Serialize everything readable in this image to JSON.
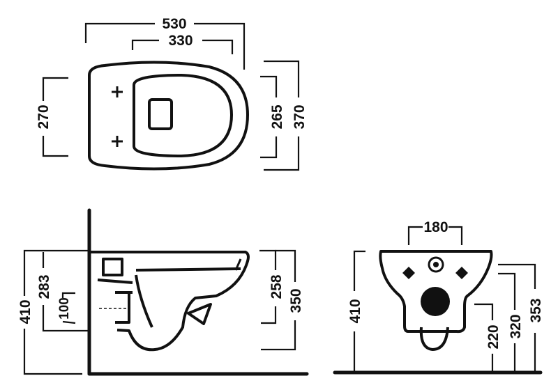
{
  "top_view": {
    "dims": {
      "overall_length": "530",
      "fixing_spacing": "330",
      "fixing_width": "270",
      "inner_width": "265",
      "overall_width": "370"
    }
  },
  "side_view": {
    "dims": {
      "total_height": "410",
      "rim_to_outlet": "283",
      "outlet_height": "100",
      "bowl_depth": "258",
      "rim_depth": "350"
    }
  },
  "front_view": {
    "dims": {
      "total_height": "410",
      "bolt_spacing": "180",
      "outlet_height": "220",
      "fixing_height": "320",
      "upper_height": "353"
    }
  },
  "colors": {
    "line": "#111111",
    "background": "#ffffff"
  }
}
